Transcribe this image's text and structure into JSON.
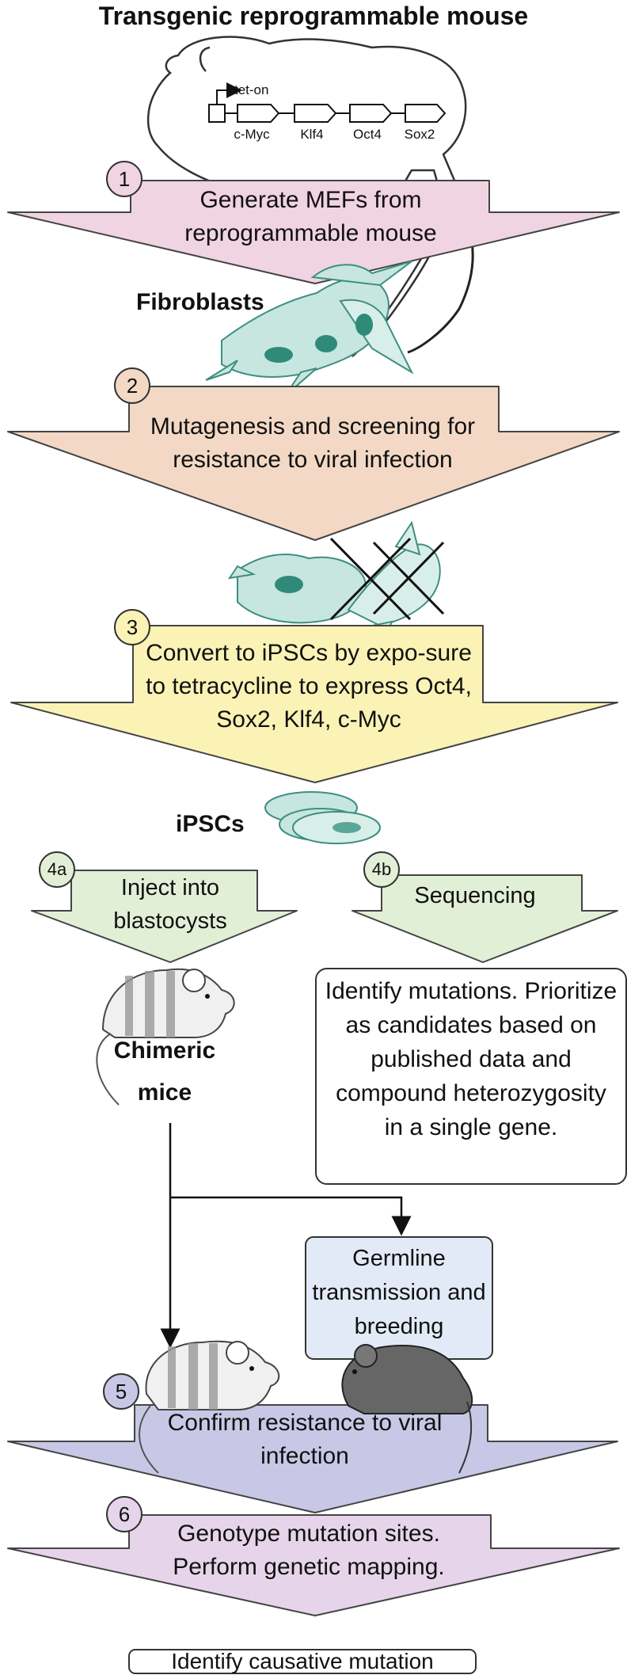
{
  "title": "Transgenic reprogrammable mouse",
  "construct": {
    "promoter": "tet-on",
    "genes": [
      "c-Myc",
      "Klf4",
      "Oct4",
      "Sox2"
    ]
  },
  "steps": [
    {
      "number": "1",
      "text": "Generate MEFs from reprogrammable mouse"
    },
    {
      "number": "2",
      "text": "Mutagenesis and screening for resistance to viral infection"
    },
    {
      "number": "3",
      "text": "Convert to iPSCs by expo-sure to tetracycline to express Oct4, Sox2, Klf4, c-Myc"
    },
    {
      "number": "4a",
      "text": "Inject into blastocysts"
    },
    {
      "number": "4b",
      "text": "Sequencing"
    },
    {
      "number": "5",
      "text": "Confirm resistance to viral infection"
    },
    {
      "number": "6",
      "text": "Genotype mutation sites. Perform genetic mapping."
    }
  ],
  "labels": {
    "fibroblasts": "Fibroblasts",
    "ipscs": "iPSCs",
    "chimeric": "Chimeric",
    "mice": "mice"
  },
  "boxes": {
    "identify_mutations": "Identify mutations. Prioritize as candidates based on published data and compound heterozygosity in a single gene.",
    "germline": "Germline transmission and breeding",
    "causative": "Identify causative mutation"
  },
  "colors": {
    "step1": "#f0d4e2",
    "step2": "#f3d9c5",
    "step3": "#fbf3b6",
    "step4": "#e2efd7",
    "step5": "#c8c8e6",
    "step6": "#e6d5ea",
    "germline_box": "#e2eaf7",
    "cell": "#c7e6df",
    "nucleus": "#2f8a7a"
  }
}
